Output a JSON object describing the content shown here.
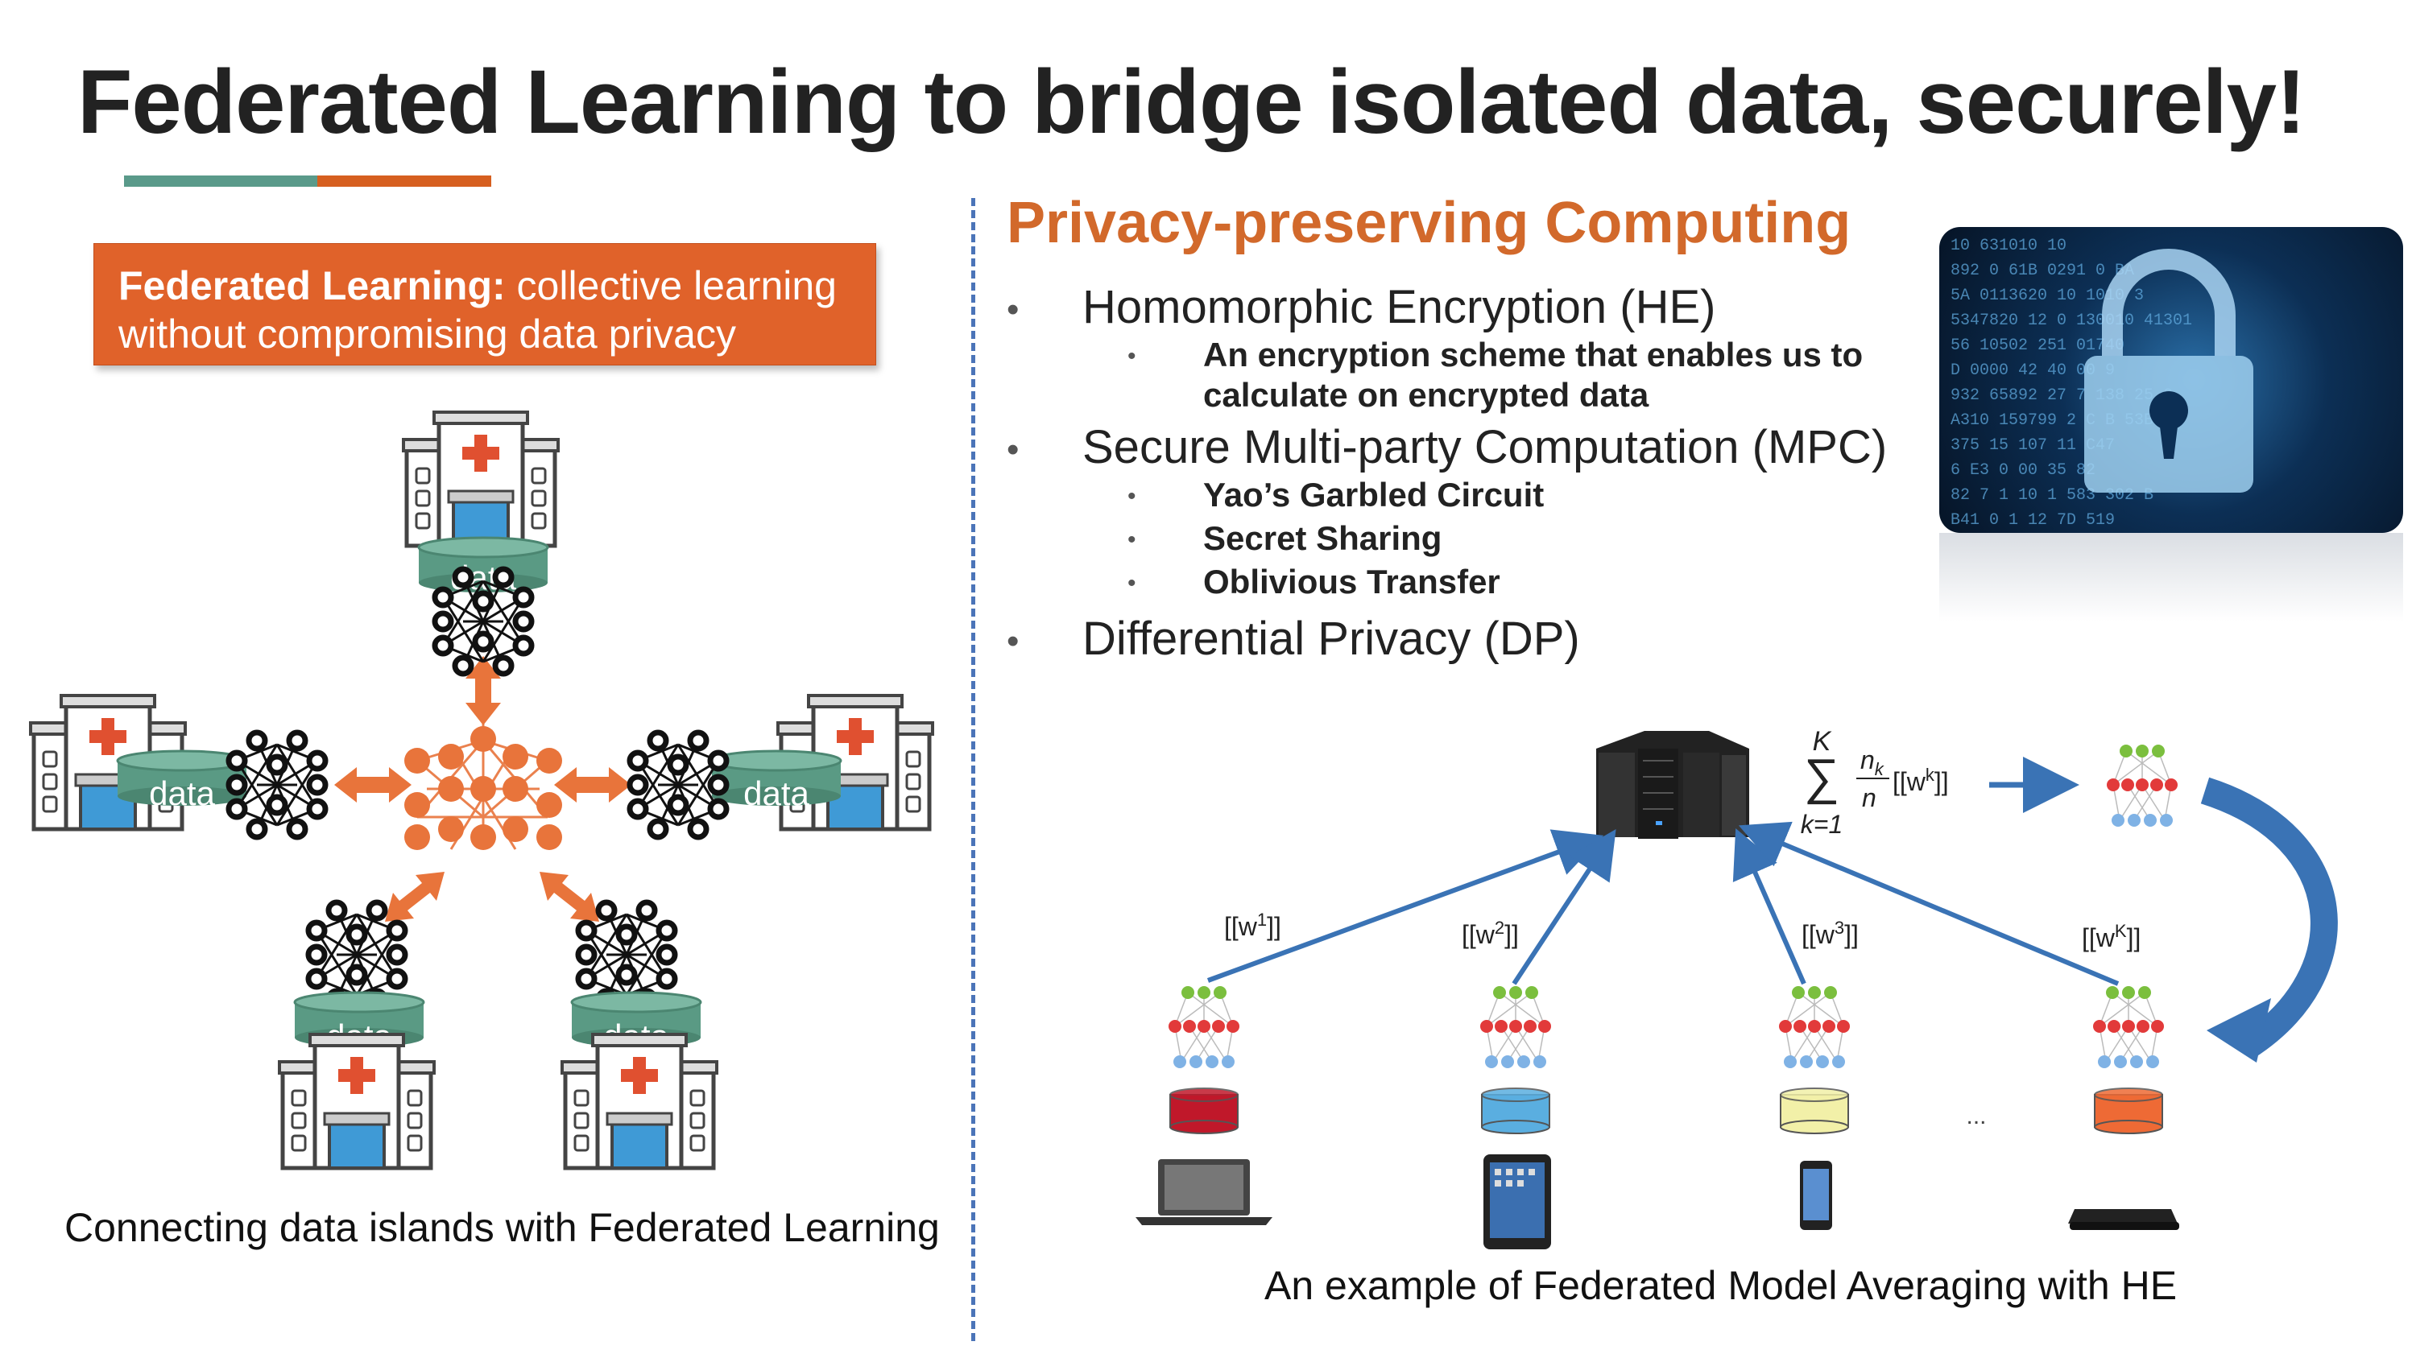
{
  "slide": {
    "title": "Federated Learning to bridge isolated data, securely!",
    "colors": {
      "title": "#222222",
      "accent_green": "#5a9a8a",
      "accent_orange": "#d65f1f",
      "divider": "#4b74b8",
      "heading_orange": "#d2692b"
    }
  },
  "callout": {
    "bold": "Federated Learning:",
    "text": " collective learning without compromising data privacy",
    "color": "#e0622a"
  },
  "left_diagram": {
    "caption": "Connecting data islands with Federated Learning",
    "data_label": "data",
    "hospital_icon": "hospital-icon",
    "node_color": "#e8743b",
    "db_color": "#5a9a84"
  },
  "privacy": {
    "heading": "Privacy-preserving Computing",
    "bullet_symbol": "•",
    "items": [
      {
        "label": "Homomorphic Encryption (HE)",
        "sub": [
          "An encryption scheme that enables us to calculate on encrypted data"
        ]
      },
      {
        "label": "Secure Multi-party Computation (MPC)",
        "sub": [
          "Yao’s Garbled Circuit",
          "Secret Sharing",
          "Oblivious Transfer"
        ]
      },
      {
        "label": "Differential Privacy (DP)",
        "sub": []
      }
    ],
    "photo_icon": "padlock-icon",
    "photo_digits": [
      "10 631010 10",
      "892 0 61B 0291 0 BA",
      "5A 0113620 10 1010 3",
      "5347820 12 0 130010 41301",
      "56 10502 251 01740",
      "D 0000 42 40 00 9",
      "932 65892 27 7 138 25 2",
      "A310 159799 2 C B 53B",
      "375 15 107 11 C47",
      "6 E3 0 00 35 82",
      "82 7 1 10 1 583 302 B",
      "B41 0 1 12 7D 519"
    ]
  },
  "right_diagram": {
    "caption": "An example of Federated Model Averaging with HE",
    "formula": {
      "sum_top": "K",
      "sum_bottom": "k=1",
      "frac_num": "n",
      "num_sub": "k",
      "frac_den": "n",
      "term": "[[w",
      "term_sup": "k",
      "term_end": "]]"
    },
    "weights": [
      {
        "pre": "[[w",
        "sup": "1",
        "post": "]]"
      },
      {
        "pre": "[[w",
        "sup": "2",
        "post": "]]"
      },
      {
        "pre": "[[w",
        "sup": "3",
        "post": "]]"
      },
      {
        "pre": "[[w",
        "sup": "K",
        "post": "]]"
      }
    ],
    "ellipsis": "...",
    "client_db_colors": [
      "#c0182a",
      "#5aaee0",
      "#f2f0a8",
      "#ee6a35"
    ],
    "devices": [
      "laptop-icon",
      "tablet-icon",
      "phone-icon",
      "router-icon"
    ],
    "server_icon": "server-rack-icon",
    "arrow_color": "#3a73b5"
  }
}
